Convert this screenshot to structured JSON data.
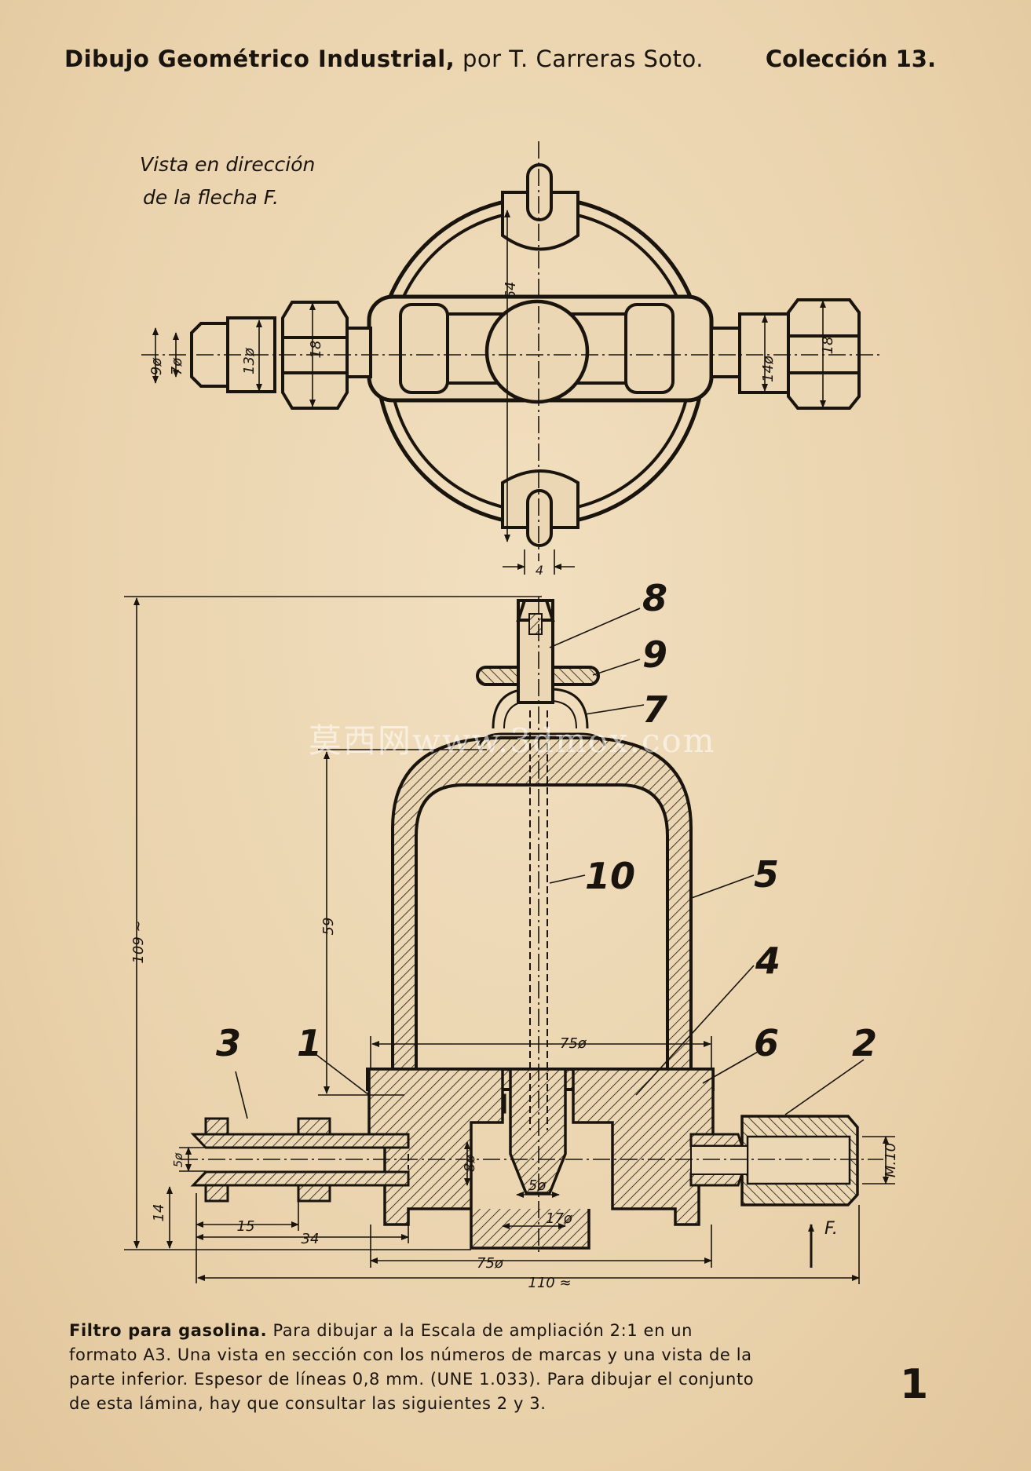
{
  "header": {
    "title_bold": "Dibujo Geométrico Industrial,",
    "author": "por T. Carreras Soto.",
    "collection": "Colección 13."
  },
  "view_label": {
    "line1": "Vista en dirección",
    "line2": "de la flecha F."
  },
  "dimensions": {
    "d_9": "9ø",
    "d_7": "7ø",
    "d_13": "13ø",
    "d_18_left": "18",
    "d_64": "64",
    "d_14_top": "14ø",
    "d_18_right": "18",
    "d_4": "4",
    "d_109": "109 ~",
    "d_59": "59",
    "d_75_top": "75ø",
    "d_5_left": "5ø",
    "d_8": "8ø",
    "d_5_mid": "5ø",
    "d_17": "17ø",
    "d_m10": "M.10",
    "d_14_side": "14",
    "d_15": "15",
    "d_34": "34",
    "d_75_bottom": "75ø",
    "d_110": "110 ≈"
  },
  "part_labels": [
    "8",
    "9",
    "7",
    "10",
    "5",
    "4",
    "3",
    "1",
    "6",
    "2"
  ],
  "arrow_label": "F.",
  "caption": {
    "title": "Filtro para gasolina.",
    "body": "Para dibujar a la Escala de ampliación 2:1 en un formato A3. Una vista en sección con los números de marcas y una vista de la parte inferior. Espesor de líneas 0,8 mm. (UNE 1.033). Para dibujar el conjunto de esta lámina, hay que consultar las siguientes 2 y 3."
  },
  "page_number": "1",
  "watermark": "莫西网www.3dmox.com",
  "colors": {
    "paper": "#ecd7b4",
    "ink": "#1a140e"
  }
}
